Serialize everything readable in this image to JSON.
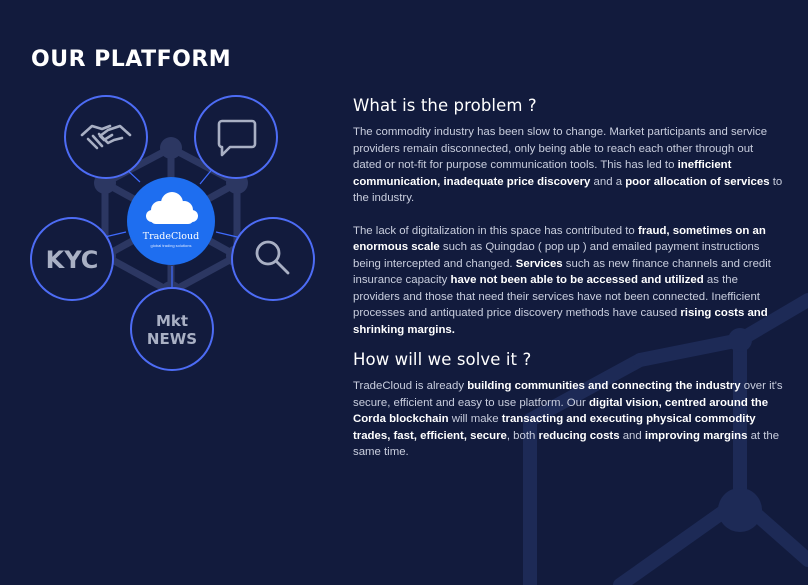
{
  "page_title": "OUR PLATFORM",
  "logo": {
    "name": "TradeCloud",
    "tagline": "global trading solutions"
  },
  "nodes": {
    "kyc": "KYC",
    "news_line1": "Mkt",
    "news_line2": "NEWS"
  },
  "icons": [
    "handshake-icon",
    "chat-bubble-icon",
    "search-icon",
    "cloud-logo-icon"
  ],
  "colors": {
    "background": "#121b3d",
    "accent": "#1e6ef0",
    "ring": "#3f6bff",
    "text": "#c9cede",
    "heading": "#ffffff"
  },
  "problem": {
    "heading": "What is the problem ?",
    "para1": {
      "t1": "The commodity industry has been slow to change. Market participants and service providers remain disconnected, only being able to reach each other through out dated or not-fit for purpose communication tools. This has led to ",
      "b1": "inefficient communication, inadequate price discovery",
      "t2": " and a ",
      "b2": "poor allocation of services",
      "t3": " to the industry."
    },
    "para2": {
      "t1": "The lack of digitalization in this space has contributed to ",
      "b1": "fraud, sometimes on an enormous scale",
      "t2": " such as Quingdao ( pop up ) and emailed payment instructions being intercepted and changed. ",
      "b2": "Services",
      "t3": " such as new finance channels and credit insurance capacity ",
      "b3": "have not been able to be accessed and utilized",
      "t4": " as the providers and those that need their services have not been connected. Inefficient processes and antiquated price discovery methods have caused ",
      "b4": "rising costs and shrinking margins."
    }
  },
  "solution": {
    "heading": "How will we solve it ?",
    "para": {
      "t1": "TradeCloud is already ",
      "b1": "building communities and connecting the industry",
      "t2": " over it's secure, efficient and easy to use platform. Our ",
      "b2": "digital vision, centred around the Corda blockchain",
      "t3": " will make ",
      "b3": "transacting and executing physical commodity trades, fast, efficient, secure",
      "t4": ", both ",
      "b4": "reducing costs",
      "t5": " and ",
      "b5": "improving margins",
      "t6": " at the same time."
    }
  }
}
